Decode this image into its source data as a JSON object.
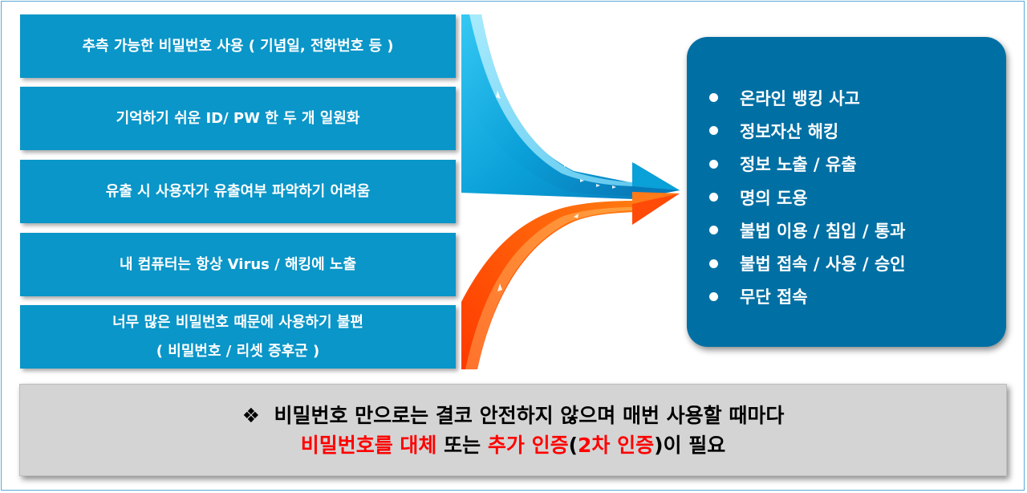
{
  "causes": [
    {
      "line1": "추측 가능한 비밀번호 사용 ( 기념일, 전화번호 등 )"
    },
    {
      "line1": "기억하기 쉬운 ID/ PW 한 두 개 일원화"
    },
    {
      "line1": "유출 시 사용자가 유출여부 파악하기 어려움"
    },
    {
      "line1": "내 컴퓨터는 항상 Virus / 해킹에 노출"
    },
    {
      "line1": "너무 많은 비밀번호 때문에 사용하기 불편",
      "line2": "( 비밀번호 / 리셋 증후군 )"
    }
  ],
  "results": [
    "온라인 뱅킹 사고",
    "정보자산 해킹",
    "정보 노출 / 유출",
    "명의 도용",
    "불법 이용 / 침입 / 통과",
    "불법 접속 / 사용 / 승인",
    "무단 접속"
  ],
  "conclusion": {
    "bullet": "❖",
    "line1": "비밀번호 만으로는 결코 안전하지 않으며 매번 사용할 때마다",
    "red1": "비밀번호를 대체",
    "plain1": " 또는 ",
    "red2": "추가 인증",
    "plain2": "(",
    "red3": "2차 인증",
    "plain3": ")이 필요"
  },
  "colors": {
    "cause_box": "#0a96c8",
    "result_box": "#0070a4",
    "arrow_blue": "#0aa0d8",
    "arrow_orange": "#ff5a10",
    "highlight": "#ff0000"
  }
}
